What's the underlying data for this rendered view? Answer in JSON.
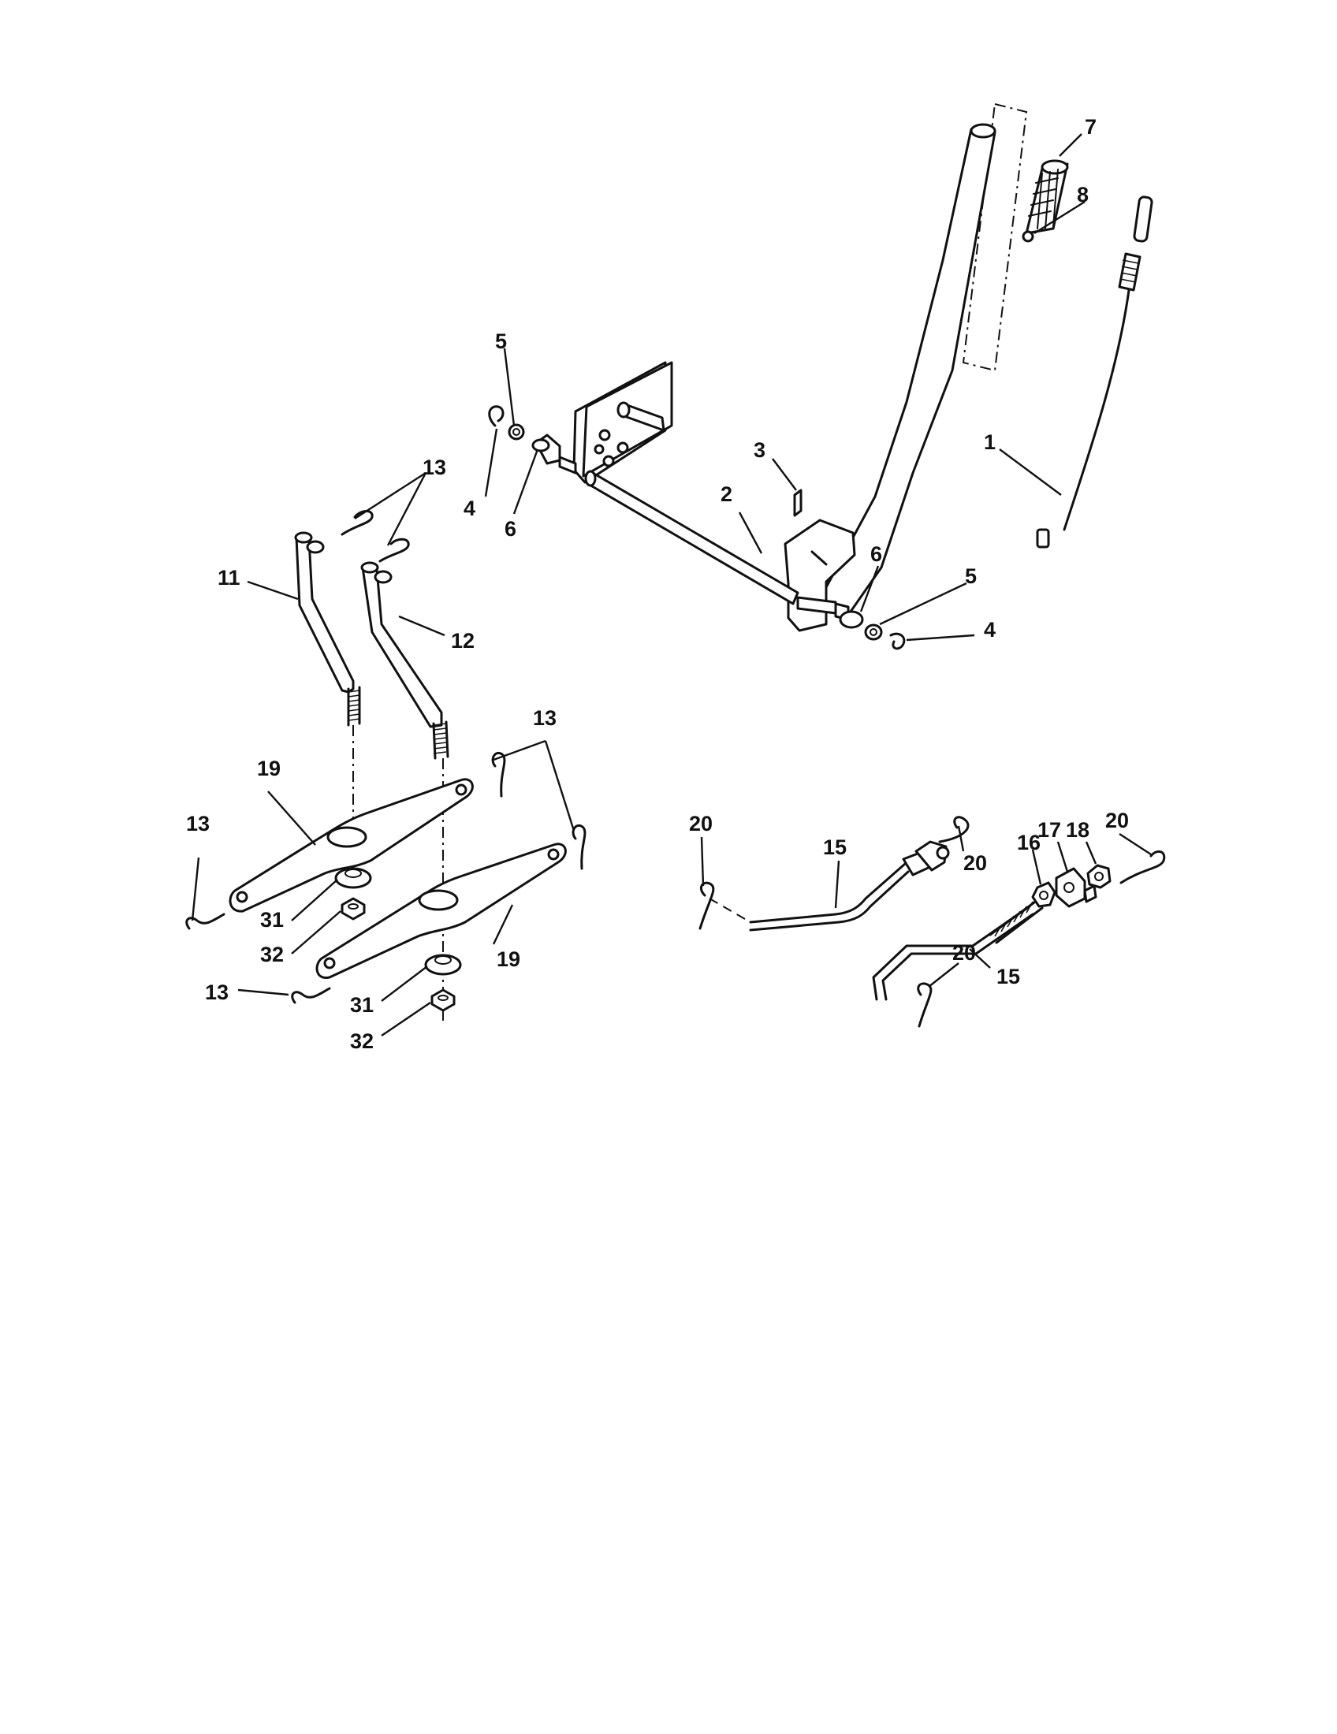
{
  "diagram": {
    "callouts": {
      "p1": "1",
      "p2": "2",
      "p3": "3",
      "p4a": "4",
      "p4b": "4",
      "p5a": "5",
      "p5b": "5",
      "p6a": "6",
      "p6b": "6",
      "p7": "7",
      "p8": "8",
      "p11": "11",
      "p12": "12",
      "p13a": "13",
      "p13b": "13",
      "p13c": "13",
      "p13d": "13",
      "p15a": "15",
      "p15b": "15",
      "p16": "16",
      "p17": "17",
      "p18": "18",
      "p19a": "19",
      "p19b": "19",
      "p20a": "20",
      "p20b": "20",
      "p20c": "20",
      "p20d": "20",
      "p31a": "31",
      "p31b": "31",
      "p32a": "32",
      "p32b": "32"
    }
  }
}
